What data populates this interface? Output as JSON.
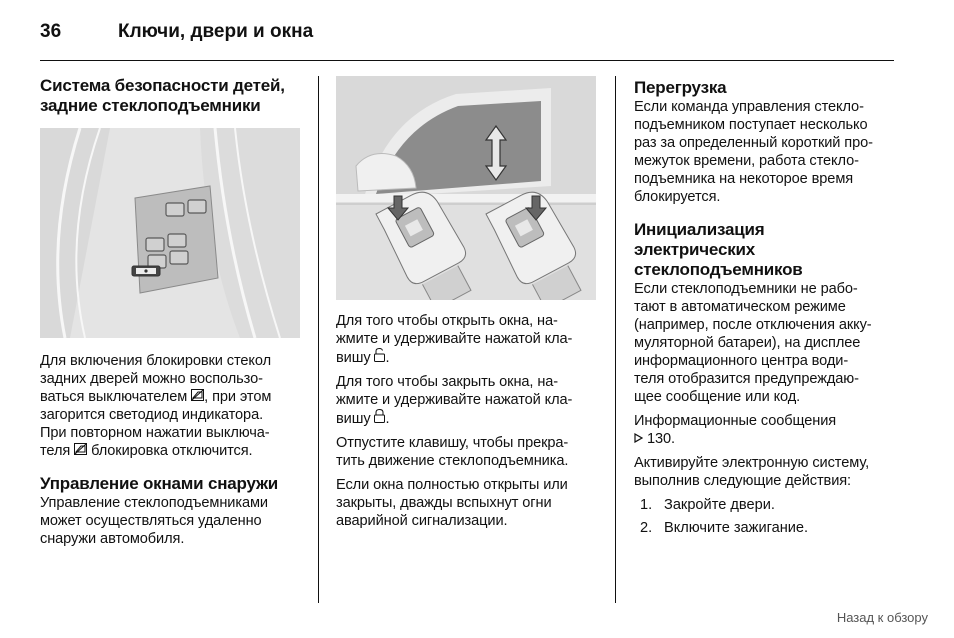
{
  "header": {
    "page_number": "36",
    "chapter_title": "Ключи, двери и окна"
  },
  "col1": {
    "heading1_line1": "Система безопасности детей,",
    "heading1_line2": "задние стеклоподъемники",
    "para1": [
      "Для включения блокировки стекол",
      "задних дверей можно воспользо-",
      "ваться выключателем",
      ", при этом",
      "загорится светодиод индикатора.",
      "При повторном нажатии выключа-",
      "теля",
      "блокировка отключится."
    ],
    "heading2": "Управление окнами снаружи",
    "para2": [
      "Управление стеклоподъемниками",
      "может осуществляться удаленно",
      "снаружи автомобиля."
    ]
  },
  "col2": {
    "para1": [
      "Для того чтобы открыть окна, на-",
      "жмите и удерживайте нажатой кла-",
      "вишу",
      "."
    ],
    "para2": [
      "Для того чтобы закрыть окна, на-",
      "жмите и удерживайте нажатой кла-",
      "вишу",
      "."
    ],
    "para3": [
      "Отпустите клавишу, чтобы прекра-",
      "тить движение стеклоподъемника."
    ],
    "para4": [
      "Если окна полностью открыты или",
      "закрыты, дважды вспыхнут огни",
      "аварийной сигнализации."
    ]
  },
  "col3": {
    "heading1": "Перегрузка",
    "para1": [
      "Если команда управления стекло-",
      "подъемником поступает несколько",
      "раз за определенный короткий про-",
      "межуток времени, работа стекло-",
      "подъемника на некоторое время",
      "блокируется."
    ],
    "heading2": [
      "Инициализация",
      "электрических",
      "стеклоподъемников"
    ],
    "para2": [
      "Если стеклоподъемники не рабо-",
      "тают в автоматическом режиме",
      "(например, после отключения акку-",
      "муляторной батареи), на дисплее",
      "информационного центра води-",
      "теля отобразится предупреждаю-",
      "щее сообщение или код."
    ],
    "para3": [
      "Информационные сообщения",
      "130."
    ],
    "para4": [
      "Активируйте электронную систему,",
      "выполнив следующие действия:"
    ],
    "steps": [
      {
        "num": "1.",
        "text": "Закройте двери."
      },
      {
        "num": "2.",
        "text": "Включите зажигание."
      }
    ]
  },
  "footer": {
    "link": "Назад к обзору"
  },
  "icons": {
    "child_lock": "child-lock-switch-icon",
    "unlock_key": "unlock-key-icon",
    "lock_key": "lock-key-icon",
    "ref_arrow": "reference-arrow-icon"
  }
}
